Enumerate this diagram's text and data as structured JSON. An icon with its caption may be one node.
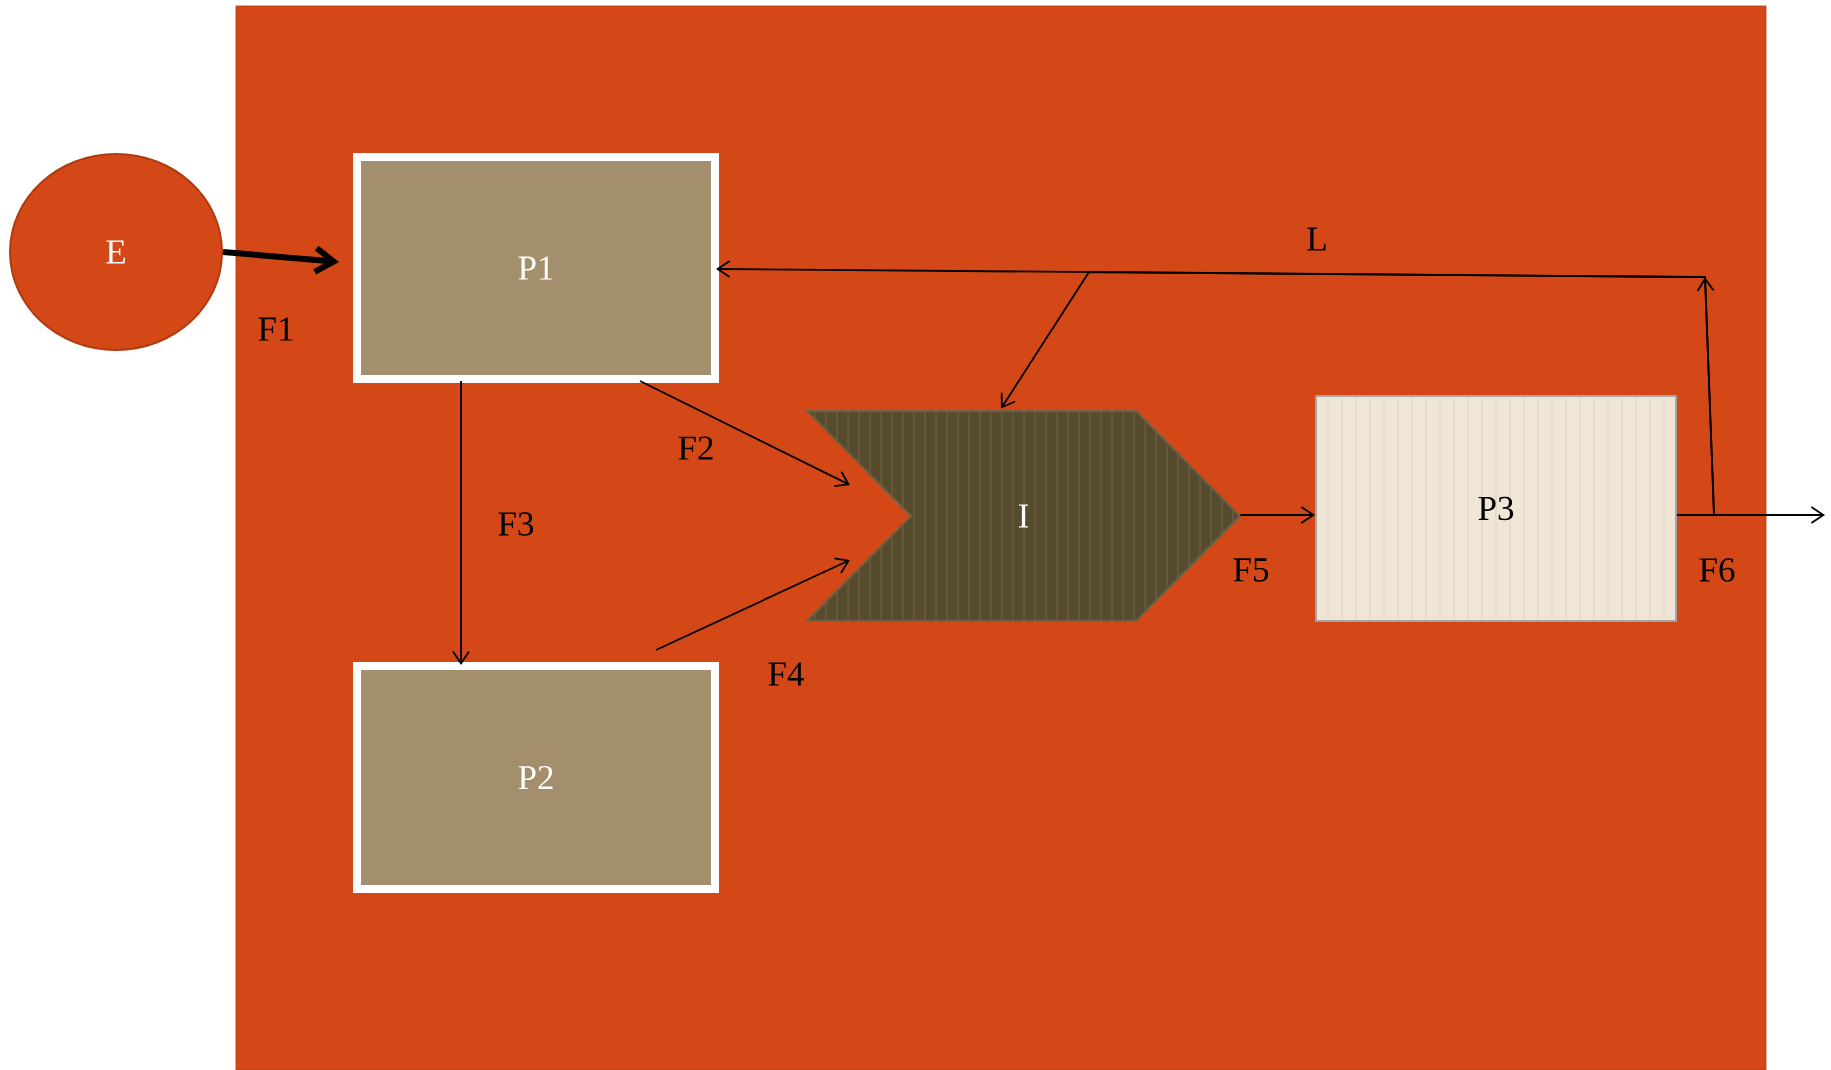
{
  "diagram": {
    "nodes": [
      {
        "text": [],
        "shape": "box"
      },
      {
        "text": [
          "E"
        ]
      },
      {
        "text": [
          "P1"
        ],
        "in": 0
      },
      {
        "text": [
          "P2"
        ],
        "in": 0
      },
      {
        "text": [
          "I"
        ],
        "in": 0
      },
      {
        "text": [
          "P3"
        ],
        "in": 0
      }
    ],
    "edges": [
      {
        "from": 1,
        "to": 2,
        "arrow": "to",
        "style": "thick",
        "label": "F1"
      },
      {
        "from": 2,
        "to": 4,
        "arrow": "to",
        "label": "F2"
      },
      {
        "from": 2,
        "to": 3,
        "arrow": "to",
        "label": "F3"
      },
      {
        "from": 3,
        "to": 4,
        "arrow": "to",
        "label": "F4"
      },
      {
        "from": 4,
        "to": 5,
        "arrow": "to",
        "label": "F5"
      },
      {
        "from": 5,
        "to": null,
        "arrow": "to",
        "label": "F6"
      },
      {
        "from": 5,
        "to": 2,
        "arrow": "to",
        "label": "L"
      },
      {
        "from": 5,
        "to": 4,
        "arrow": "to"
      }
    ]
  }
}
